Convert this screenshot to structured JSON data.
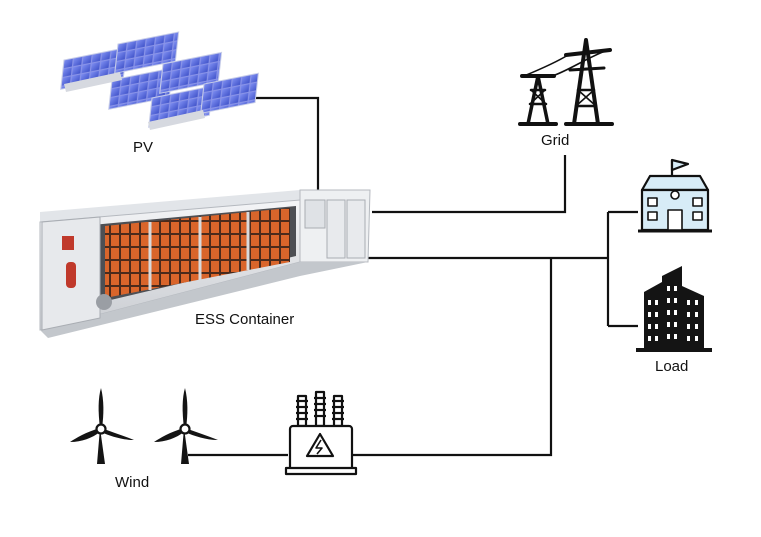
{
  "labels": {
    "pv": "PV",
    "grid": "Grid",
    "ess": "ESS Container",
    "load": "Load",
    "wind": "Wind"
  },
  "colors": {
    "line": "#111111",
    "solar_panel": "#4f63d6",
    "container_body": "#e9ebee",
    "battery_module": "#d9652b",
    "building_fill": "#d7ecf7",
    "icon_dark": "#141414"
  },
  "icons": [
    "solar-panel-array",
    "transmission-tower",
    "ess-container",
    "school-building",
    "office-buildings",
    "wind-turbine",
    "transformer"
  ]
}
